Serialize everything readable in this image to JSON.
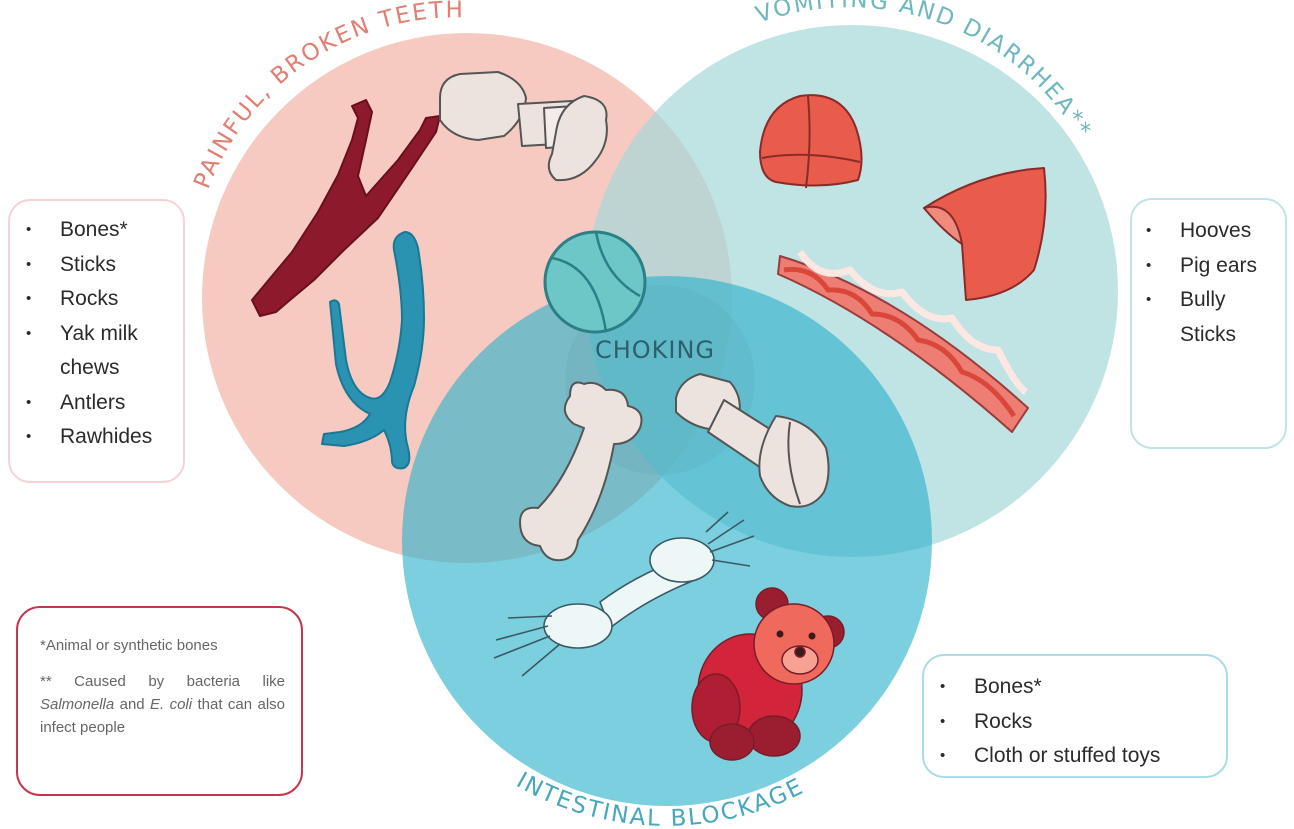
{
  "circles": {
    "top_left": {
      "label": "PAINFUL, BROKEN TEETH",
      "color": "#f2b5a7",
      "label_color": "#e27d72"
    },
    "top_right": {
      "label": "VOMITING AND DIARRHEA**",
      "color": "#a7d8da",
      "label_color": "#6db7bd"
    },
    "bottom": {
      "label": "INTESTINAL BLOCKAGE",
      "color": "#2bb1cc",
      "label_color": "#46a7bd"
    },
    "center": {
      "label": "CHOKING",
      "color": "#2e5f6e"
    }
  },
  "lists": {
    "left": [
      "Bones*",
      "Sticks",
      "Rocks",
      "Yak milk",
      "chews",
      "Antlers",
      "Rawhides"
    ],
    "right": [
      "Hooves",
      "Pig ears",
      "Bully",
      "Sticks"
    ],
    "bottom": [
      "Bones*",
      "Rocks",
      "Cloth or stuffed toys"
    ]
  },
  "notes": {
    "note1": "*Animal or synthetic bones",
    "note2_a": "** Caused by bacteria like",
    "note2_salmonella": "Salmonella",
    "note2_and": " and ",
    "note2_ecoli": "E. coli",
    "note2_b": " that can also infect people"
  },
  "icons": [
    "stick-icon",
    "antler-icon",
    "knotted-bone-icon",
    "tennis-ball-icon",
    "hoof-icon",
    "pig-ear-icon",
    "bully-stick-braid-icon",
    "bone-icon",
    "rawhide-knot-icon",
    "rope-toy-icon",
    "teddy-bear-icon"
  ]
}
